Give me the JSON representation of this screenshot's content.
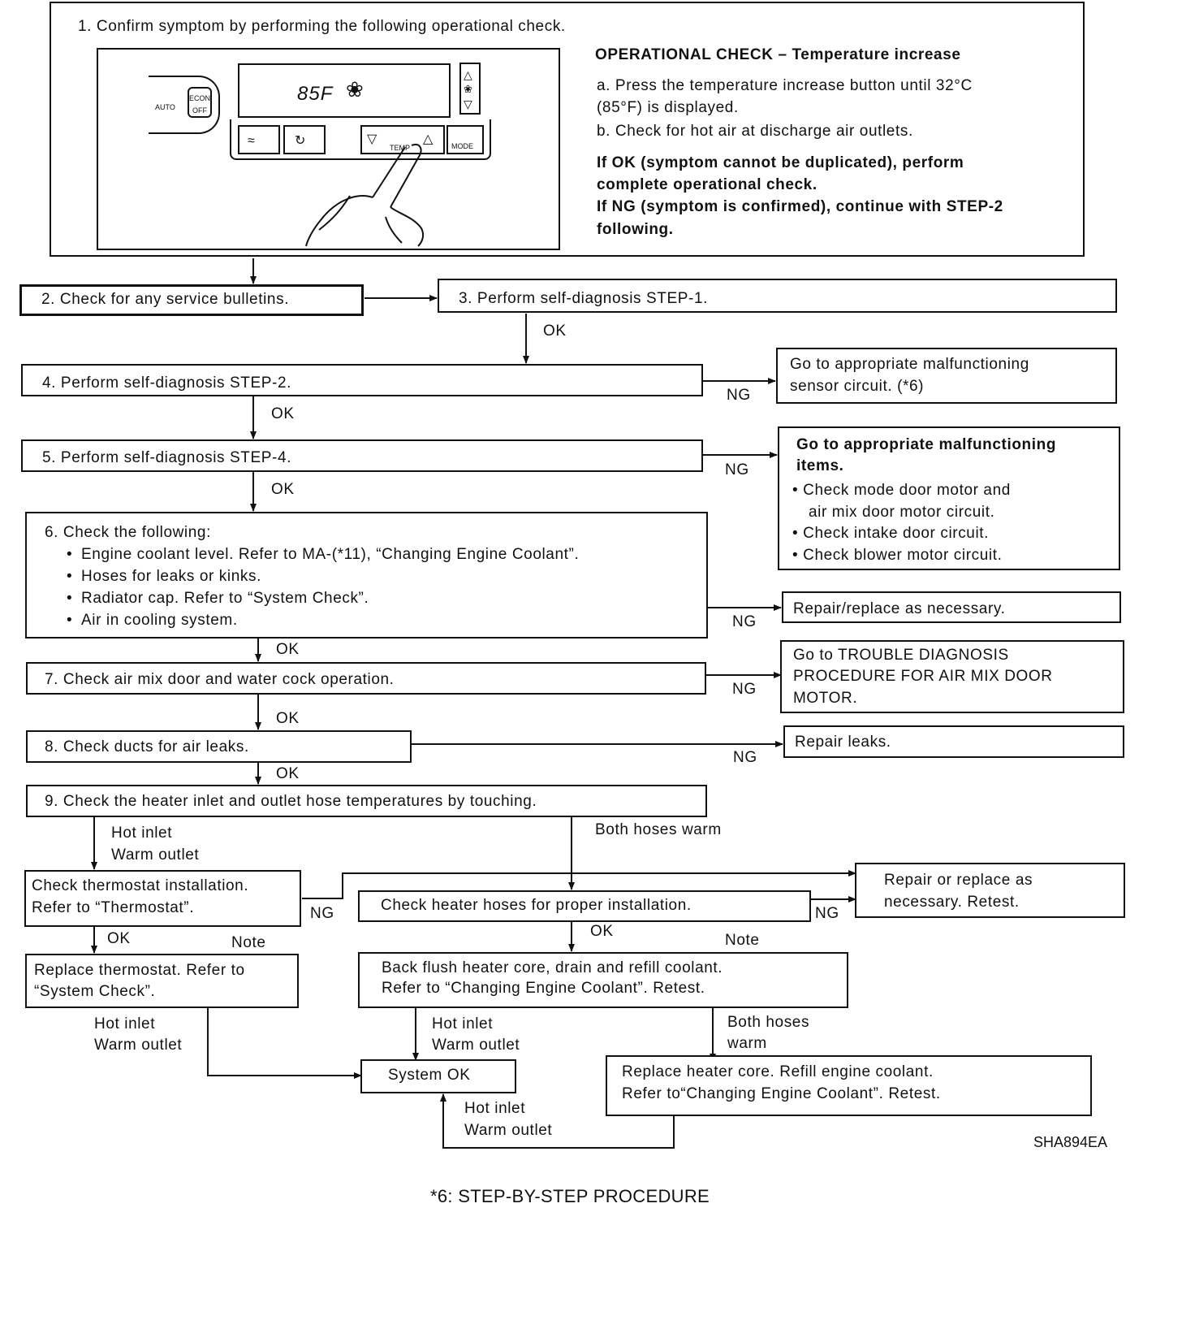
{
  "step1": {
    "title": "1. Confirm symptom by performing the following operational check.",
    "check_heading": "OPERATIONAL CHECK – Temperature increase",
    "item_a_line1": "a. Press the temperature increase button until 32°C",
    "item_a_line2": "(85°F) is displayed.",
    "item_b": "b. Check for hot air at discharge air outlets.",
    "ok_line1": "If OK (symptom cannot be duplicated), perform",
    "ok_line2": "complete operational check.",
    "ng_line1": "If NG (symptom is confirmed), continue with STEP-2",
    "ng_line2": "following.",
    "panel": {
      "display_temp": "85F",
      "auto_label": "AUTO",
      "econ_label": "ECON",
      "off_label": "OFF",
      "temp_label": "TEMP",
      "mode_label": "MODE"
    }
  },
  "steps": {
    "s2": "2. Check for any service bulletins.",
    "s3": "3. Perform self-diagnosis STEP-1.",
    "s4": "4. Perform self-diagnosis STEP-2.",
    "s5": "5. Perform self-diagnosis STEP-4.",
    "s6_title": "6. Check the following:",
    "s6_items": [
      "Engine coolant level. Refer to MA-(*11), “Changing Engine Coolant”.",
      "Hoses for leaks or kinks.",
      "Radiator cap. Refer to “System Check”.",
      "Air in cooling system."
    ],
    "s7": "7. Check air mix door and water cock operation.",
    "s8": "8. Check ducts for air leaks.",
    "s9": "9. Check the heater inlet and outlet hose temperatures by touching."
  },
  "results": {
    "r4_line1": "Go to appropriate malfunctioning",
    "r4_line2": "sensor circuit. (*6)",
    "r5_line1": "Go to appropriate malfunctioning",
    "r5_line2": "items.",
    "r5_items": [
      "Check mode door motor and",
      "air mix door motor circuit.",
      "Check intake door circuit.",
      "Check blower motor circuit."
    ],
    "r6": "Repair/replace as necessary.",
    "r7_line1": "Go to TROUBLE DIAGNOSIS",
    "r7_line2": "PROCEDURE FOR AIR MIX DOOR",
    "r7_line3": "MOTOR.",
    "r8": "Repair leaks."
  },
  "branch": {
    "thermo_line1": "Check thermostat installation.",
    "thermo_line2": "Refer to “Thermostat”.",
    "replace_thermo_line1": "Replace thermostat. Refer to",
    "replace_thermo_line2": "“System Check”.",
    "hoses": "Check heater hoses for proper installation.",
    "repair_retest_line1": "Repair or replace as",
    "repair_retest_line2": "necessary. Retest.",
    "flush_line1": "Back flush heater core, drain and refill coolant.",
    "flush_line2": "Refer to “Changing Engine Coolant”. Retest.",
    "system_ok": "System OK",
    "core_line1": "Replace heater core. Refill engine coolant.",
    "core_line2": "Refer to“Changing Engine Coolant”. Retest."
  },
  "labels": {
    "ok": "OK",
    "ng": "NG",
    "note": "Note",
    "hot_inlet": "Hot inlet",
    "warm_outlet": "Warm outlet",
    "both_hoses_warm": "Both hoses warm",
    "both_hoses": "Both hoses",
    "warm": "warm"
  },
  "figure_code": "SHA894EA",
  "footnote": "*6: STEP-BY-STEP PROCEDURE"
}
